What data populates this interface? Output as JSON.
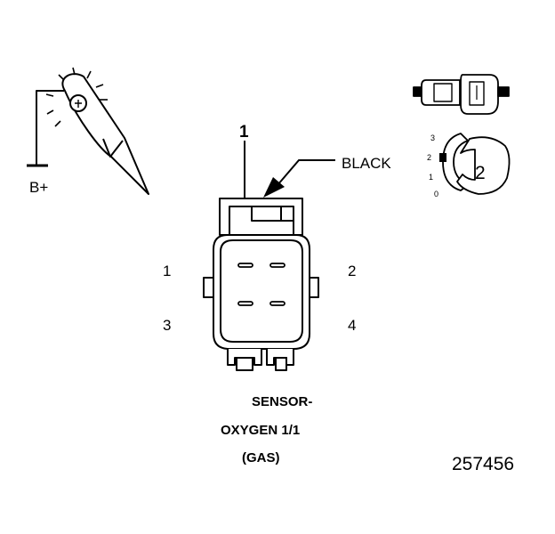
{
  "battery_label": "B+",
  "pointer_number": "1",
  "wire_color_label": "BLACK",
  "terminals": [
    "1",
    "2",
    "3",
    "4"
  ],
  "sensor_title": {
    "line1": "SENSOR-",
    "line2": "OXYGEN 1/1",
    "line3": "(GAS)"
  },
  "probe_scale": [
    "3",
    "2",
    "1",
    "0"
  ],
  "probe_position": "2",
  "figure_id": "257456"
}
